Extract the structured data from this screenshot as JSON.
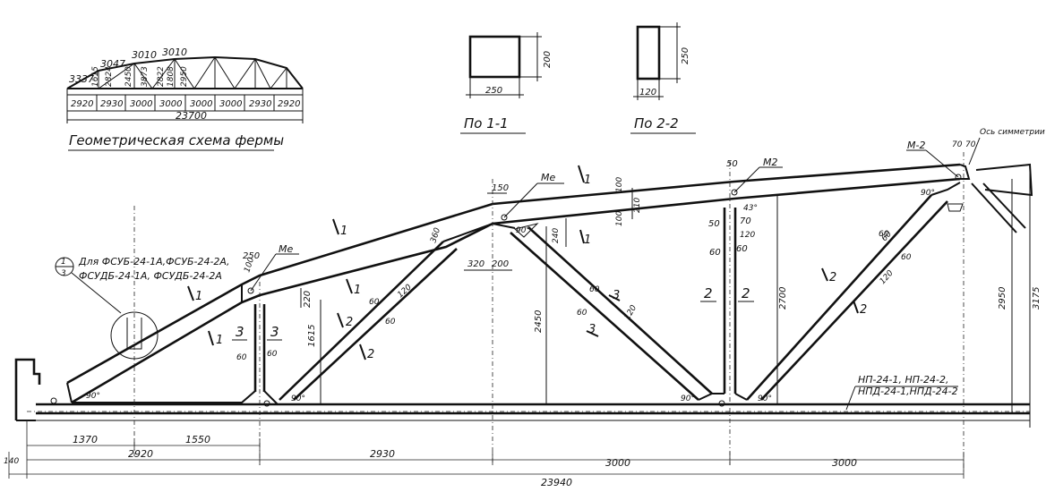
{
  "geometric_scheme": {
    "title": "Геометрическая схема фермы",
    "heights": [
      "3337",
      "3047",
      "3010",
      "3010"
    ],
    "diagonals": [
      "1615",
      "2824",
      "2450",
      "3873",
      "2822",
      "1808",
      "2950"
    ],
    "bottom_panels": [
      "2920",
      "2930",
      "3000",
      "3000",
      "3000",
      "3000",
      "2930",
      "2920"
    ],
    "total_span": "23700"
  },
  "section_1_1": {
    "title": "По 1-1",
    "width": "250",
    "height": "200"
  },
  "section_2_2": {
    "title": "По 2-2",
    "width": "120",
    "height": "250"
  },
  "labels": {
    "axis_label": "Ось симметрии фермы",
    "marker_m2": "М-2",
    "marker_me1": "Ме",
    "marker_me2": "М2",
    "marker_me3": "Ме",
    "detail_note_top": "Для ФСУБ-24-1А,ФСУБ-24-2А,",
    "detail_note_bottom": "ФСУДБ-24-1А, ФСУДБ-24-2А",
    "detail_num_top": "1",
    "detail_num_bottom": "3",
    "np_note_1": "НП-24-1, НП-24-2,",
    "np_note_2": "НПД-24-1,НПД-24-2"
  },
  "section_marks": {
    "s1": "1",
    "s1b": "1",
    "s1c": "1",
    "s1d": "1",
    "s1e": "1",
    "s1f": "1",
    "s2a": "2",
    "s2b": "2",
    "s2c": "2",
    "s2d": "2",
    "s2e": "2",
    "s2f": "2",
    "s3a": "3",
    "s3b": "3",
    "s3c": "3",
    "s3d": "3"
  },
  "dims": {
    "d150": "150",
    "d100a": "100",
    "d100b": "100",
    "d210": "210",
    "d360": "360",
    "d240": "240",
    "d320": "320",
    "d200": "200",
    "d250": "250",
    "d100c": "100",
    "d220": "220",
    "d1615": "1615",
    "d60a": "60",
    "d60b": "60",
    "d60c": "60",
    "d120a": "120",
    "d60d": "60",
    "d60e": "60",
    "d120b": "120",
    "d2450": "2450",
    "d50a": "50",
    "d43": "43°",
    "d50b": "50",
    "d70a": "70",
    "d120c": "120",
    "d60f": "60",
    "d60g": "60",
    "d2700": "2700",
    "d60h": "60",
    "d60i": "60",
    "d120d": "120",
    "d2950": "2950",
    "d3175": "3175",
    "d70b": "70",
    "d70c": "70",
    "d60j": "60",
    "d60k": "60",
    "ang1": "90°",
    "ang2": "90°",
    "ang3": "90°",
    "ang4": "90°",
    "ang5": "90°",
    "ang6": "90°",
    "bot_1370": "1370",
    "bot_1550": "1550",
    "bot_140": "140",
    "bot_2920": "2920",
    "bot_2930": "2930",
    "bot_3000a": "3000",
    "bot_3000b": "3000",
    "total": "23940"
  }
}
